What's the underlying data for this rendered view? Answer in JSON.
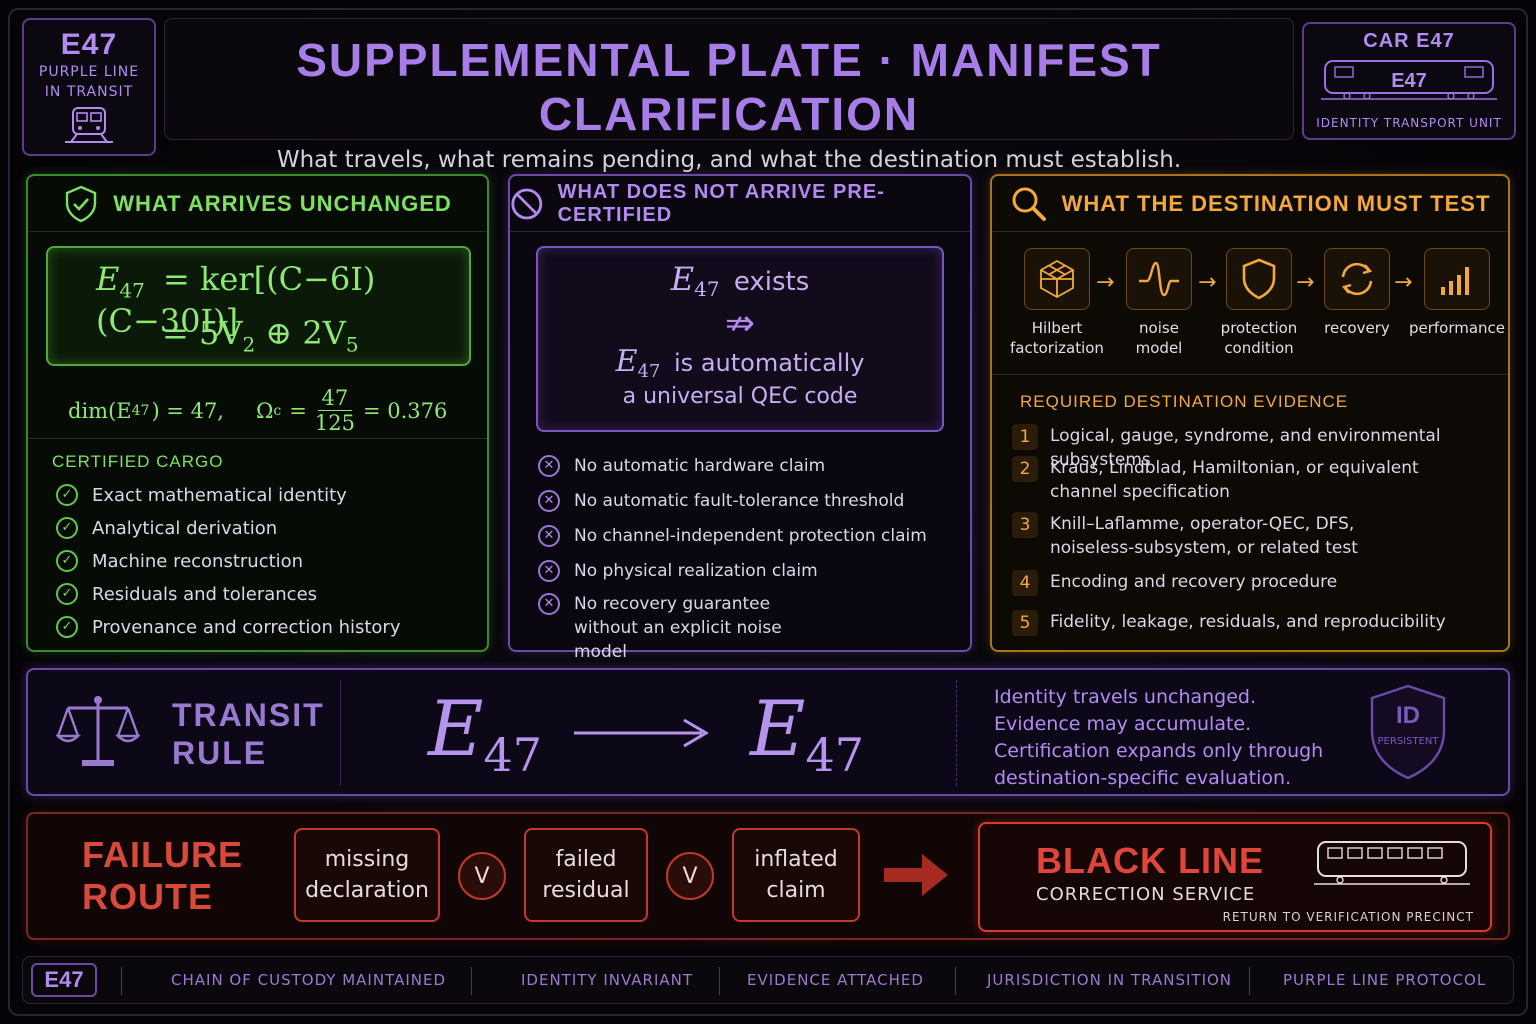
{
  "header": {
    "logo_code": "E47",
    "logo_line1": "PURPLE LINE",
    "logo_line2": "IN TRANSIT",
    "title": "SUPPLEMENTAL PLATE · MANIFEST CLARIFICATION",
    "subtitle": "What travels, what remains pending, and what the destination must establish.",
    "car_title": "CAR E47",
    "car_tag": "E47",
    "car_unit": "IDENTITY TRANSPORT UNIT"
  },
  "arrives": {
    "heading": "WHAT ARRIVES UNCHANGED",
    "eq1_lhs": "E",
    "eq1_sub": "47",
    "eq1_rhs": "= ker[(C−6I)(C−30I)]",
    "eq2": "= 5V",
    "eq2_sub1": "2",
    "eq2_mid": " ⊕ 2V",
    "eq2_sub2": "5",
    "dim_text": "dim(E",
    "dim_sub": "47",
    "dim_val": ") = 47,",
    "omega": "Ω",
    "omega_sub": "c",
    "omega_eq": "=",
    "frac_num": "47",
    "frac_den": "125",
    "omega_val": "= 0.376",
    "cargo_label": "CERTIFIED CARGO",
    "cargo": [
      "Exact mathematical identity",
      "Analytical derivation",
      "Machine reconstruction",
      "Residuals and tolerances",
      "Provenance and correction history"
    ]
  },
  "not_arrive": {
    "heading": "WHAT DOES NOT ARRIVE PRE-CERTIFIED",
    "e_sym": "E",
    "e_sub": "47",
    "exists": "exists",
    "implies": "⇏",
    "auto": "is automatically",
    "universal": "a universal QEC code",
    "claims": [
      "No automatic hardware claim",
      "No automatic fault-tolerance threshold",
      "No channel-independent protection claim",
      "No physical realization claim",
      "No recovery guarantee without an explicit noise model"
    ]
  },
  "must_test": {
    "heading": "WHAT THE DESTINATION MUST TEST",
    "steps": [
      {
        "label1": "Hilbert",
        "label2": "factorization",
        "icon": "cube-icon"
      },
      {
        "label1": "noise",
        "label2": "model",
        "icon": "waveform-icon"
      },
      {
        "label1": "protection",
        "label2": "condition",
        "icon": "shield-icon"
      },
      {
        "label1": "recovery",
        "label2": "",
        "icon": "cycle-icon"
      },
      {
        "label1": "performance",
        "label2": "",
        "icon": "bar-chart-icon"
      }
    ],
    "evidence_label": "REQUIRED DESTINATION EVIDENCE",
    "evidence": [
      {
        "n": "1",
        "l1": "Logical, gauge, syndrome, and environmental subsystems",
        "l2": ""
      },
      {
        "n": "2",
        "l1": "Kraus, Lindblad, Hamiltonian, or equivalent",
        "l2": "channel specification"
      },
      {
        "n": "3",
        "l1": "Knill–Laflamme, operator-QEC, DFS,",
        "l2": "noiseless-subsystem, or related test"
      },
      {
        "n": "4",
        "l1": "Encoding and recovery procedure",
        "l2": ""
      },
      {
        "n": "5",
        "l1": "Fidelity, leakage, residuals, and reproducibility",
        "l2": ""
      }
    ]
  },
  "transit": {
    "label1": "TRANSIT",
    "label2": "RULE",
    "e_sym": "E",
    "e_sub": "47",
    "lines": [
      "Identity travels unchanged.",
      "Evidence may accumulate.",
      "Certification expands only through",
      "destination-specific evaluation."
    ],
    "badge_id": "ID",
    "badge_text": "PERSISTENT"
  },
  "failure": {
    "label1": "FAILURE",
    "label2": "ROUTE",
    "items": [
      {
        "l1": "missing",
        "l2": "declaration"
      },
      {
        "l1": "failed",
        "l2": "residual"
      },
      {
        "l1": "inflated",
        "l2": "claim"
      }
    ],
    "or_symbol": "V",
    "dest_title": "BLACK LINE",
    "dest_sub": "CORRECTION SERVICE",
    "dest_note": "RETURN TO VERIFICATION PRECINCT"
  },
  "footer": {
    "badge": "E47",
    "items": [
      "CHAIN OF CUSTODY MAINTAINED",
      "IDENTITY INVARIANT",
      "EVIDENCE ATTACHED",
      "JURISDICTION IN TRANSITION",
      "PURPLE LINE PROTOCOL"
    ]
  }
}
